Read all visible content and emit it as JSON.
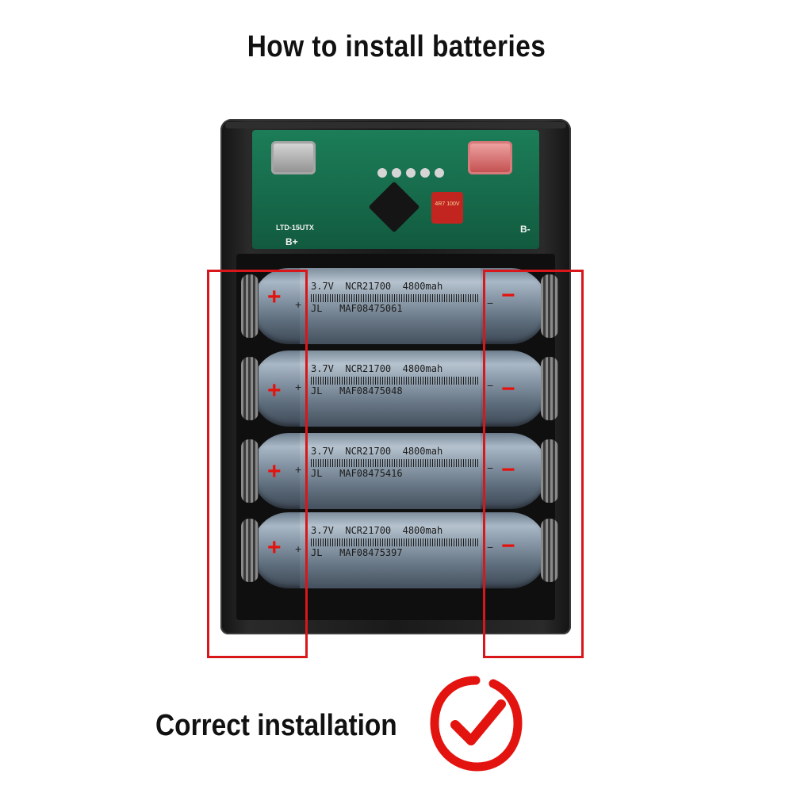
{
  "title": "How to install batteries",
  "footer_label": "Correct installation",
  "pcb": {
    "board_label": "LTD-15UTX",
    "b_plus": "B+",
    "b_minus": "B-",
    "cap_label": "4R7 100V"
  },
  "batteries": [
    {
      "line1": "3.7V  NCR21700  4800mah",
      "line2": "JL   MAF08475061"
    },
    {
      "line1": "3.7V  NCR21700  4800mah",
      "line2": "JL   MAF08475048"
    },
    {
      "line1": "3.7V  NCR21700  4800mah",
      "line2": "JL   MAF08475416"
    },
    {
      "line1": "3.7V  NCR21700  4800mah",
      "line2": "JL   MAF08475397"
    }
  ],
  "polarity": {
    "plus": "+",
    "minus": "−"
  },
  "icons": {
    "check": "check-circle-icon"
  },
  "colors": {
    "accent_red": "#d9171a",
    "battery": "#8b9aaa",
    "pcb": "#16694a"
  }
}
